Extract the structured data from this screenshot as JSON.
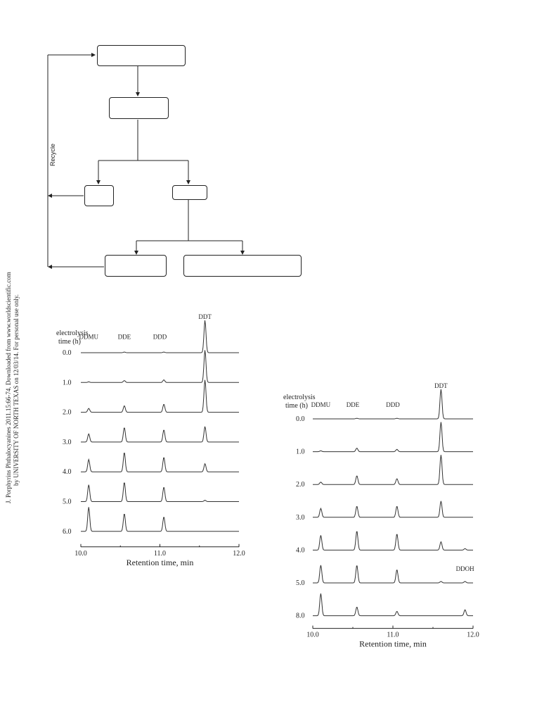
{
  "side_note": {
    "line1": "J. Porphyrins Phthalocyanines 2011.15:66-74. Downloaded from www.worldscientific.com",
    "line2": "by UNIVERSITY OF NORTH TEXAS on 12/03/14. For personal use only."
  },
  "flowchart": {
    "recycle_label": "Recycle"
  },
  "chart_data": [
    {
      "type": "line",
      "panel": "left",
      "title_line1": "electrolysis",
      "title_line2": "time (h)",
      "xlabel": "Retention time, min",
      "xlim": [
        10.0,
        12.0
      ],
      "xticks": [
        "10.0",
        "11.0",
        "12.0"
      ],
      "series": [
        {
          "name": "0.0",
          "peaks": [
            {
              "x": 10.55,
              "h": 0.02
            },
            {
              "x": 11.05,
              "h": 0.02
            },
            {
              "x": 11.57,
              "h": 1.0
            }
          ]
        },
        {
          "name": "1.0",
          "peaks": [
            {
              "x": 10.1,
              "h": 0.02
            },
            {
              "x": 10.55,
              "h": 0.06
            },
            {
              "x": 11.05,
              "h": 0.08
            },
            {
              "x": 11.57,
              "h": 1.0
            }
          ]
        },
        {
          "name": "2.0",
          "peaks": [
            {
              "x": 10.1,
              "h": 0.12
            },
            {
              "x": 10.55,
              "h": 0.2
            },
            {
              "x": 11.05,
              "h": 0.25
            },
            {
              "x": 11.57,
              "h": 1.0
            }
          ]
        },
        {
          "name": "3.0",
          "peaks": [
            {
              "x": 10.1,
              "h": 0.25
            },
            {
              "x": 10.55,
              "h": 0.45
            },
            {
              "x": 11.05,
              "h": 0.38
            },
            {
              "x": 11.57,
              "h": 0.48
            }
          ]
        },
        {
          "name": "4.0",
          "peaks": [
            {
              "x": 10.1,
              "h": 0.38
            },
            {
              "x": 10.55,
              "h": 0.6
            },
            {
              "x": 11.05,
              "h": 0.45
            },
            {
              "x": 11.57,
              "h": 0.25
            }
          ]
        },
        {
          "name": "5.0",
          "peaks": [
            {
              "x": 10.1,
              "h": 0.52
            },
            {
              "x": 10.55,
              "h": 0.6
            },
            {
              "x": 11.05,
              "h": 0.45
            },
            {
              "x": 11.57,
              "h": 0.04
            }
          ]
        },
        {
          "name": "6.0",
          "peaks": [
            {
              "x": 10.1,
              "h": 0.75
            },
            {
              "x": 10.55,
              "h": 0.55
            },
            {
              "x": 11.05,
              "h": 0.45
            }
          ]
        }
      ],
      "peak_labels": [
        {
          "text": "DDT",
          "x": 11.57,
          "row": -1
        },
        {
          "text": "DDMU",
          "x": 10.1,
          "row": 0
        },
        {
          "text": "DDE",
          "x": 10.55,
          "row": 0
        },
        {
          "text": "DDD",
          "x": 11.0,
          "row": 0
        }
      ]
    },
    {
      "type": "line",
      "panel": "right",
      "title_line1": "electrolysis",
      "title_line2": "time (h)",
      "xlabel": "Retention time, min",
      "xlim": [
        10.0,
        12.0
      ],
      "xticks": [
        "10.0",
        "11.0",
        "12.0"
      ],
      "series": [
        {
          "name": "0.0",
          "peaks": [
            {
              "x": 10.55,
              "h": 0.02
            },
            {
              "x": 11.05,
              "h": 0.02
            },
            {
              "x": 11.6,
              "h": 1.0
            }
          ]
        },
        {
          "name": "1.0",
          "peaks": [
            {
              "x": 10.1,
              "h": 0.03
            },
            {
              "x": 10.55,
              "h": 0.12
            },
            {
              "x": 11.05,
              "h": 0.08
            },
            {
              "x": 11.6,
              "h": 1.0
            }
          ]
        },
        {
          "name": "2.0",
          "peaks": [
            {
              "x": 10.1,
              "h": 0.08
            },
            {
              "x": 10.55,
              "h": 0.3
            },
            {
              "x": 11.05,
              "h": 0.2
            },
            {
              "x": 11.6,
              "h": 1.0
            }
          ]
        },
        {
          "name": "3.0",
          "peaks": [
            {
              "x": 10.1,
              "h": 0.3
            },
            {
              "x": 10.55,
              "h": 0.38
            },
            {
              "x": 11.05,
              "h": 0.38
            },
            {
              "x": 11.6,
              "h": 0.55
            }
          ]
        },
        {
          "name": "4.0",
          "peaks": [
            {
              "x": 10.1,
              "h": 0.5
            },
            {
              "x": 10.55,
              "h": 0.65
            },
            {
              "x": 11.05,
              "h": 0.55
            },
            {
              "x": 11.6,
              "h": 0.28
            },
            {
              "x": 11.9,
              "h": 0.05
            }
          ]
        },
        {
          "name": "5.0",
          "peaks": [
            {
              "x": 10.1,
              "h": 0.6
            },
            {
              "x": 10.55,
              "h": 0.6
            },
            {
              "x": 11.05,
              "h": 0.45
            },
            {
              "x": 11.6,
              "h": 0.05
            },
            {
              "x": 11.9,
              "h": 0.05
            }
          ]
        },
        {
          "name": "8.0",
          "peaks": [
            {
              "x": 10.1,
              "h": 0.75
            },
            {
              "x": 10.55,
              "h": 0.3
            },
            {
              "x": 11.05,
              "h": 0.15
            },
            {
              "x": 11.9,
              "h": 0.2
            }
          ]
        }
      ],
      "peak_labels": [
        {
          "text": "DDT",
          "x": 11.6,
          "row": -1
        },
        {
          "text": "DDMU",
          "x": 10.1,
          "row": 0
        },
        {
          "text": "DDE",
          "x": 10.5,
          "row": 0
        },
        {
          "text": "DDD",
          "x": 11.0,
          "row": 0
        },
        {
          "text": "DDOH",
          "x": 11.9,
          "row": 5
        }
      ]
    }
  ]
}
